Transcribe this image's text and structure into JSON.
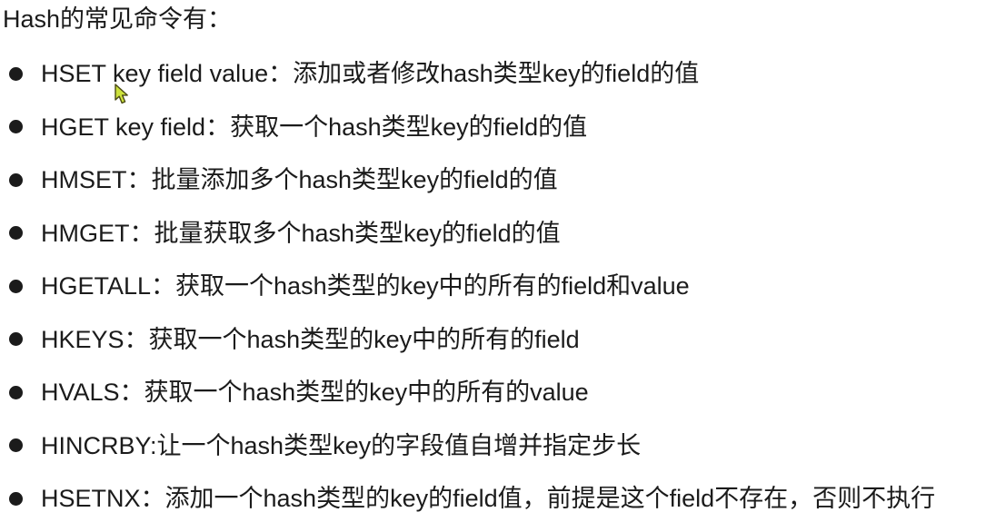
{
  "title": "Hash的常见命令有：",
  "items": [
    {
      "text": "HSET key field value：添加或者修改hash类型key的field的值"
    },
    {
      "text": "HGET key field：获取一个hash类型key的field的值"
    },
    {
      "text": "HMSET：批量添加多个hash类型key的field的值"
    },
    {
      "text": "HMGET：批量获取多个hash类型key的field的值"
    },
    {
      "text": "HGETALL：获取一个hash类型的key中的所有的field和value"
    },
    {
      "text": "HKEYS：获取一个hash类型的key中的所有的field"
    },
    {
      "text": "HVALS：获取一个hash类型的key中的所有的value"
    },
    {
      "text": "HINCRBY:让一个hash类型key的字段值自增并指定步长"
    },
    {
      "text": "HSETNX：添加一个hash类型的key的field值，前提是这个field不存在，否则不执行"
    }
  ],
  "colors": {
    "text": "#1b1b1b",
    "background": "#ffffff",
    "cursor_fill": "#cde23c",
    "cursor_outline": "#4a4a14"
  },
  "cursor": {
    "type": "arrow-pointer"
  }
}
